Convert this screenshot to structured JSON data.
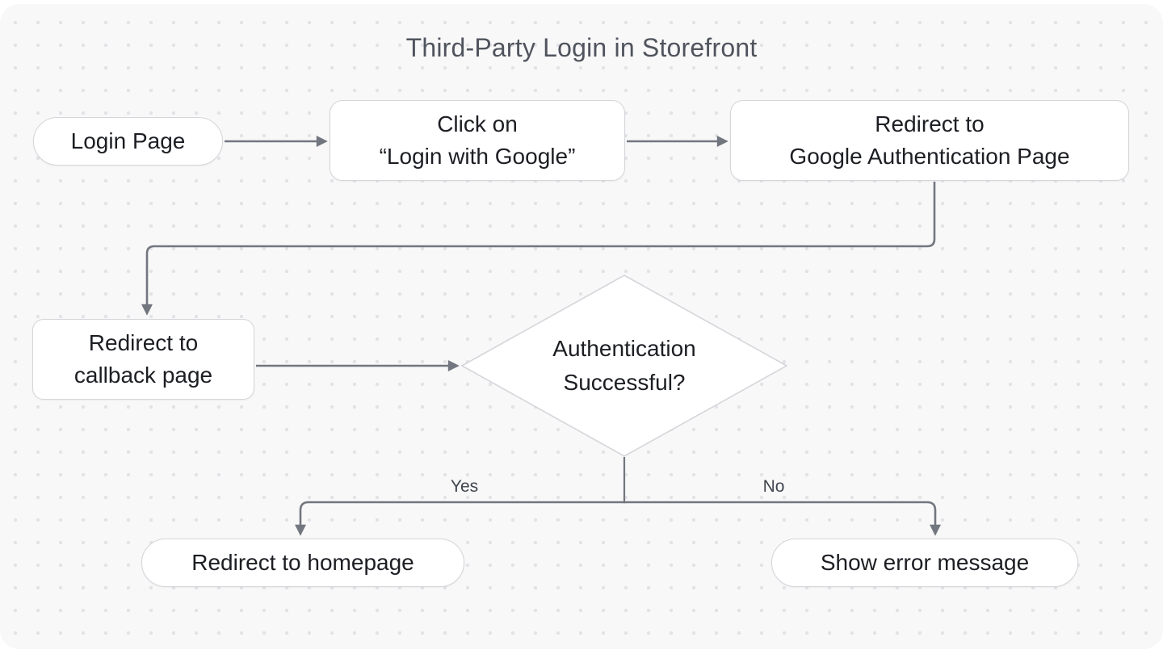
{
  "title": "Third-Party Login in Storefront",
  "nodes": {
    "login_page": {
      "label": "Login Page",
      "shape": "pill"
    },
    "click_login_google": {
      "label": "Click on\n“Login with Google”",
      "shape": "rounded-rect"
    },
    "redirect_google_auth": {
      "label": "Redirect to\nGoogle Authentication Page",
      "shape": "rounded-rect"
    },
    "redirect_callback": {
      "label": "Redirect to\ncallback page",
      "shape": "rounded-rect"
    },
    "auth_successful": {
      "label": "Authentication\nSuccessful?",
      "shape": "diamond"
    },
    "redirect_homepage": {
      "label": "Redirect to homepage",
      "shape": "pill"
    },
    "show_error": {
      "label": "Show error message",
      "shape": "pill"
    }
  },
  "edges": {
    "yes_label": "Yes",
    "no_label": "No"
  },
  "colors": {
    "canvas_bg": "#f8f8f9",
    "dot_grid": "#e3e3e7",
    "node_bg": "#ffffff",
    "node_border": "#d5d6da",
    "node_text": "#1c1e23",
    "connector": "#72767f",
    "title_text": "#50545d",
    "edge_label_text": "#3f444e"
  }
}
